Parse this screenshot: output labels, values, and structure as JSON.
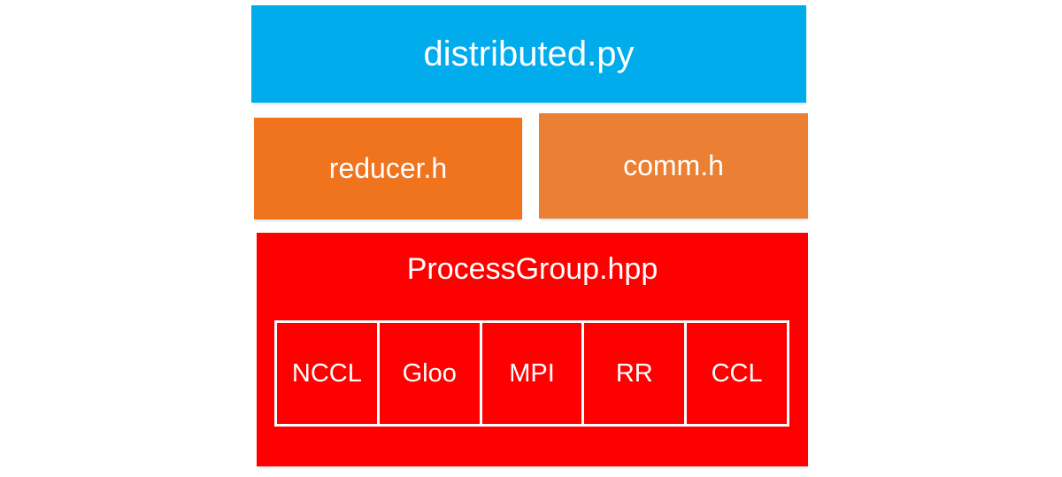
{
  "diagram": {
    "background_color": "#ffffff",
    "text_color": "#ffffff",
    "top_box": {
      "label": "distributed.py",
      "color": "#00acec"
    },
    "middle_boxes": [
      {
        "label": "reducer.h",
        "color": "#f0731e"
      },
      {
        "label": "comm.h",
        "color": "#eb7f33"
      }
    ],
    "bottom_box": {
      "label": "ProcessGroup.hpp",
      "color": "#fe0000",
      "border_color": "#ffffff",
      "backends": [
        "NCCL",
        "Gloo",
        "MPI",
        "RR",
        "CCL"
      ]
    }
  }
}
